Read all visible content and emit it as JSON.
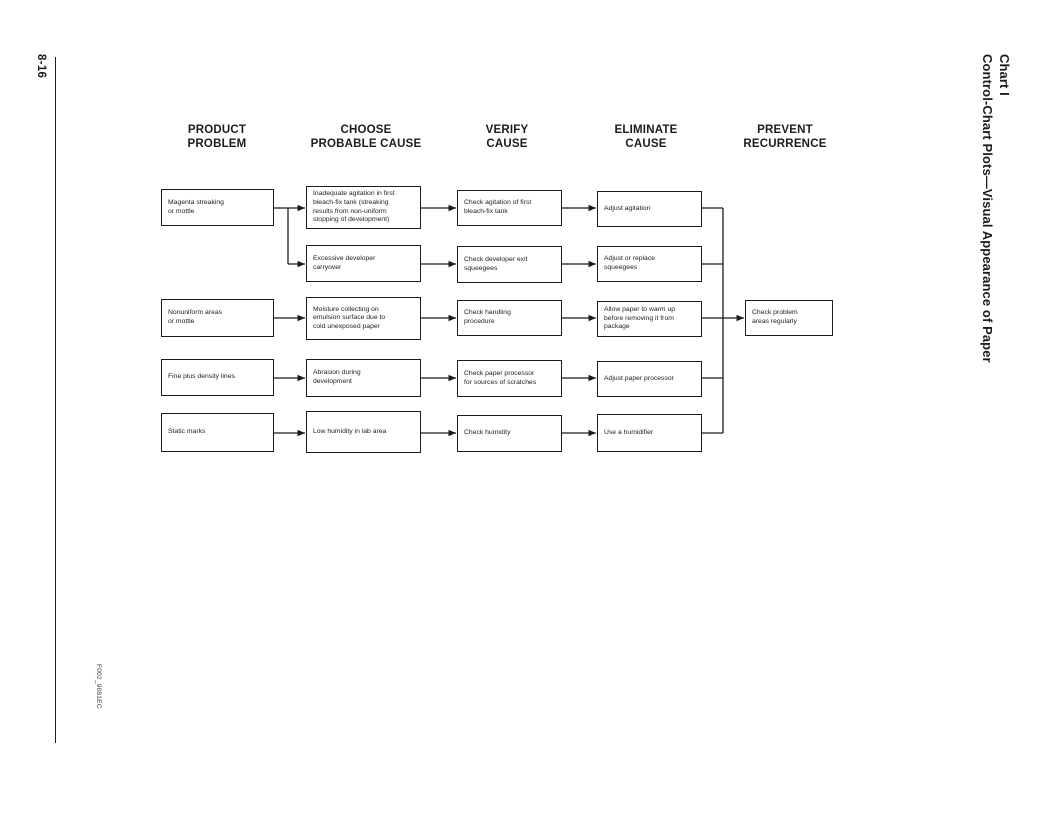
{
  "page": {
    "page_number": "8-16",
    "figure_code": "F002_9081EC",
    "rotated_title": "Chart I\nControl-Chart Plots—Visual Appearance of Paper"
  },
  "chart_headers": [
    "PRODUCT\nPROBLEM",
    "CHOOSE\nPROBABLE CAUSE",
    "VERIFY\nCAUSE",
    "ELIMINATE\nCAUSE",
    "PREVENT\nRECURRENCE"
  ],
  "flow": {
    "rows": [
      {
        "problem": "Magenta streaking\nor mottle",
        "probable_cause": "Inadequate agitation in first\nbleach-fix tank (streaking\nresults from non-uniform\nstopping of development)",
        "verify": "Check agitation of first\nbleach-fix tank",
        "eliminate": "Adjust agitation"
      },
      {
        "probable_cause": "Excessive developer\ncarryover",
        "verify": "Check developer exit\nsqueegees",
        "eliminate": "Adjust or replace\nsqueegees"
      },
      {
        "problem": "Nonuniform areas\nor mottle",
        "probable_cause": "Moisture collecting on\nemulsion surface due to\ncold unexposed paper",
        "verify": "Check handling\nprocedure",
        "eliminate": "Allow paper to warm up\nbefore removing it from\npackage"
      },
      {
        "problem": "Fine plus density lines",
        "probable_cause": "Abrasion during\ndevelopment",
        "verify": "Check paper processor\nfor sources of scratches",
        "eliminate": "Adjust paper processor"
      },
      {
        "problem": "Static marks",
        "probable_cause": "Low humidity in lab area",
        "verify": "Check humidity",
        "eliminate": "Use a humidifier"
      }
    ],
    "prevent": "Check problem\nareas regularly"
  }
}
